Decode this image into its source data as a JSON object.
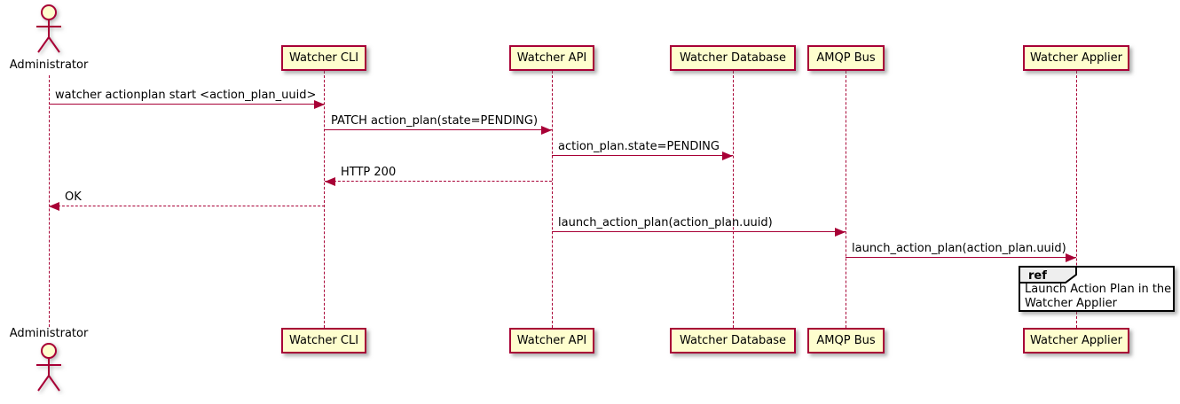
{
  "diagram_type": "sequence",
  "actor": {
    "name": "Administrator"
  },
  "participants": [
    {
      "label": "Watcher CLI"
    },
    {
      "label": "Watcher API"
    },
    {
      "label": "Watcher Database"
    },
    {
      "label": "AMQP Bus"
    },
    {
      "label": "Watcher Applier"
    }
  ],
  "messages": [
    {
      "label": "watcher actionplan start <action_plan_uuid>",
      "from": "Administrator",
      "to": "Watcher CLI",
      "line": "solid"
    },
    {
      "label": "PATCH action_plan(state=PENDING)",
      "from": "Watcher CLI",
      "to": "Watcher API",
      "line": "solid"
    },
    {
      "label": "action_plan.state=PENDING",
      "from": "Watcher API",
      "to": "Watcher Database",
      "line": "solid"
    },
    {
      "label": "HTTP 200",
      "from": "Watcher API",
      "to": "Watcher CLI",
      "line": "dashed"
    },
    {
      "label": "OK",
      "from": "Watcher CLI",
      "to": "Administrator",
      "line": "dashed"
    },
    {
      "label": "launch_action_plan(action_plan.uuid)",
      "from": "Watcher API",
      "to": "AMQP Bus",
      "line": "solid"
    },
    {
      "label": "launch_action_plan(action_plan.uuid)",
      "from": "AMQP Bus",
      "to": "Watcher Applier",
      "line": "solid"
    }
  ],
  "ref": {
    "keyword": "ref",
    "line1": "Launch Action Plan in the",
    "line2": "Watcher Applier"
  },
  "colors": {
    "line": "#A80036",
    "participant_fill": "#FEFECE",
    "ref_tab_fill": "#EEEEEE",
    "ref_border": "#000000",
    "text": "#000000",
    "background": "#FFFFFF"
  }
}
